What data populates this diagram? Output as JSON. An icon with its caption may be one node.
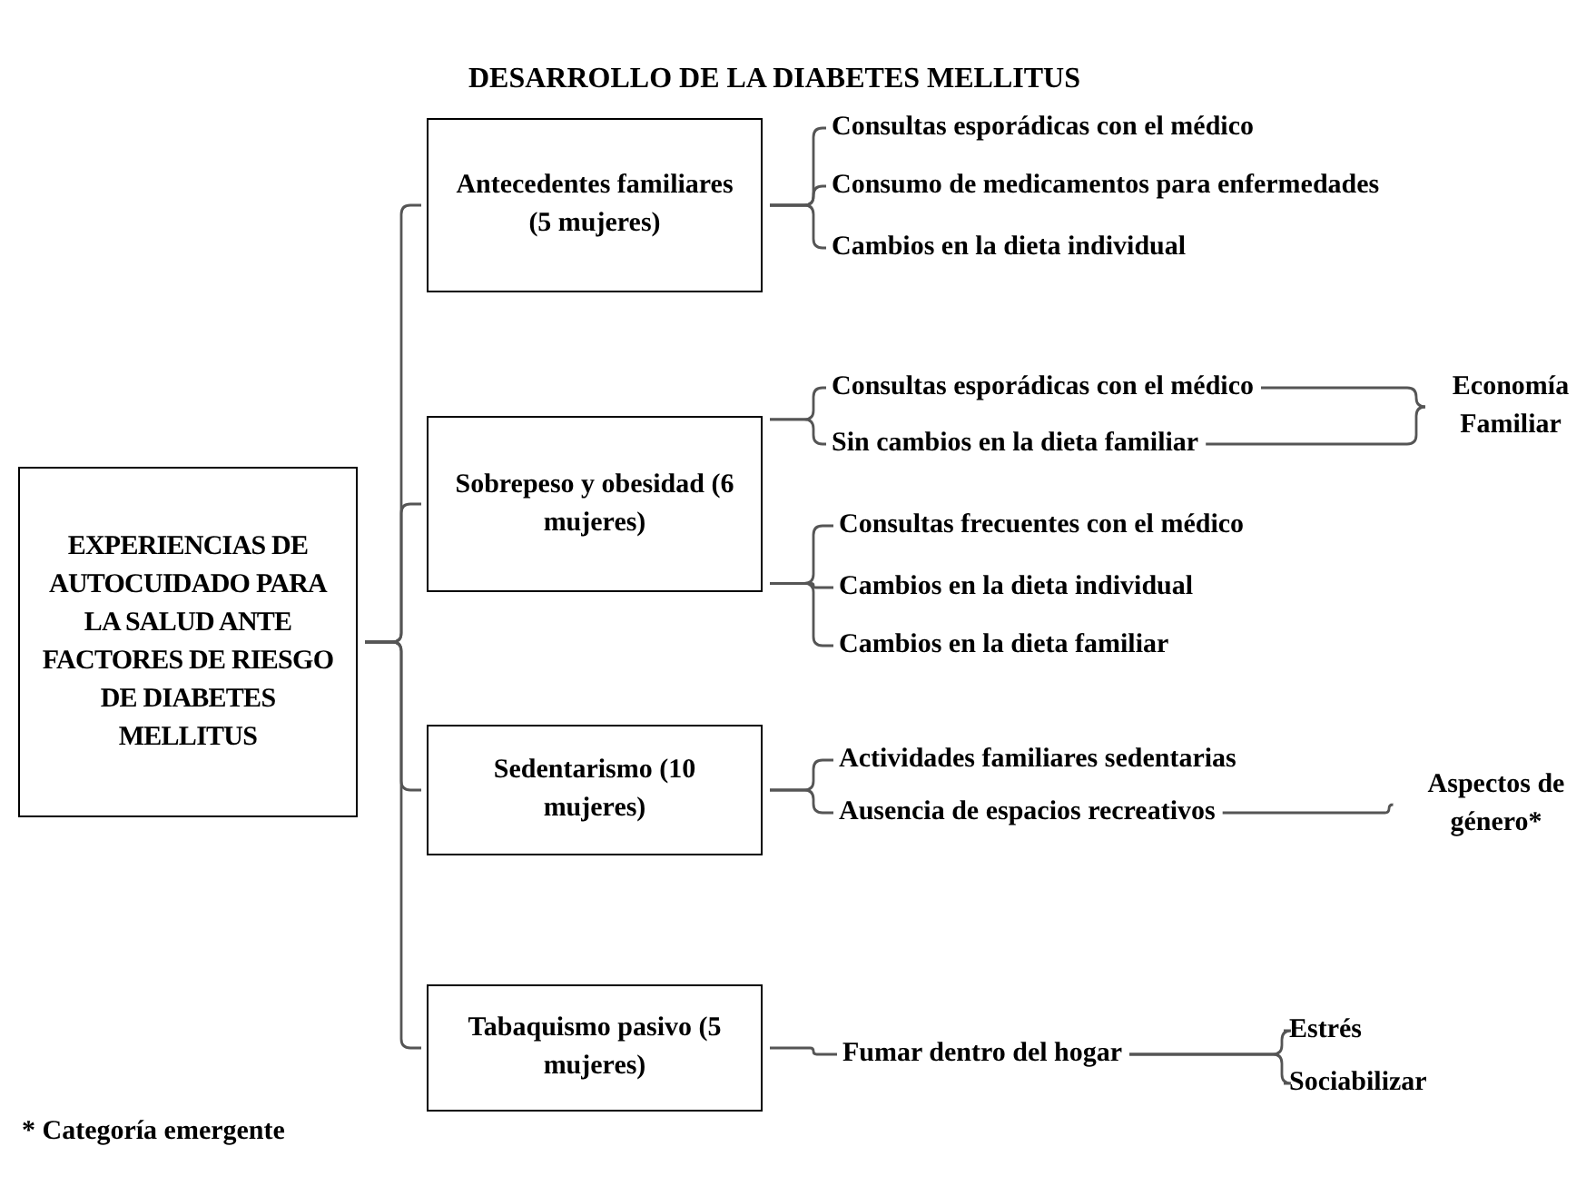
{
  "diagram": {
    "title": "DESARROLLO DE LA DIABETES MELLITUS",
    "nodes": [
      {
        "text": [
          "EXPERIENCIAS DE AUTOCUIDADO PARA LA SALUD ANTE FACTORES DE RIESGO DE DIABETES MELLITUS"
        ]
      },
      {
        "text": [
          "Antecedentes familiares (5 mujeres)"
        ]
      },
      {
        "text": [
          "Consultas esporádicas con el médico"
        ]
      },
      {
        "text": [
          "Consumo de medicamentos para enfermedades"
        ]
      },
      {
        "text": [
          "Cambios en la dieta individual"
        ]
      },
      {
        "text": [
          "Sobrepeso y obesidad (6 mujeres)"
        ]
      },
      {
        "text": [
          "Consultas esporádicas con el médico"
        ]
      },
      {
        "text": [
          "Sin cambios en la dieta familiar"
        ]
      },
      {
        "text": [
          "Economía Familiar"
        ]
      },
      {
        "text": [
          "Consultas frecuentes con el médico"
        ]
      },
      {
        "text": [
          "Cambios en la dieta individual"
        ]
      },
      {
        "text": [
          "Cambios en la dieta familiar"
        ]
      },
      {
        "text": [
          "Sedentarismo (10 mujeres)"
        ]
      },
      {
        "text": [
          "Actividades familiares sedentarias"
        ]
      },
      {
        "text": [
          "Ausencia de espacios recreativos"
        ]
      },
      {
        "text": [
          "Aspectos de género*"
        ]
      },
      {
        "text": [
          "Tabaquismo pasivo (5 mujeres)"
        ]
      },
      {
        "text": [
          "Fumar dentro del hogar"
        ]
      },
      {
        "text": [
          "Estrés"
        ]
      },
      {
        "text": [
          "Sociabilizar"
        ]
      }
    ],
    "edges": [
      {
        "from": 0,
        "to": 1,
        "arrow": "none"
      },
      {
        "from": 0,
        "to": 5,
        "arrow": "none"
      },
      {
        "from": 0,
        "to": 12,
        "arrow": "none"
      },
      {
        "from": 0,
        "to": 16,
        "arrow": "none"
      },
      {
        "from": 1,
        "to": 2,
        "arrow": "none"
      },
      {
        "from": 1,
        "to": 3,
        "arrow": "none"
      },
      {
        "from": 1,
        "to": 4,
        "arrow": "none"
      },
      {
        "from": 5,
        "to": 6,
        "arrow": "none"
      },
      {
        "from": 5,
        "to": 7,
        "arrow": "none"
      },
      {
        "from": 5,
        "to": 9,
        "arrow": "none"
      },
      {
        "from": 5,
        "to": 10,
        "arrow": "none"
      },
      {
        "from": 5,
        "to": 11,
        "arrow": "none"
      },
      {
        "from": 6,
        "to": 8,
        "arrow": "none"
      },
      {
        "from": 7,
        "to": 8,
        "arrow": "none"
      },
      {
        "from": 12,
        "to": 13,
        "arrow": "none"
      },
      {
        "from": 12,
        "to": 14,
        "arrow": "none"
      },
      {
        "from": 14,
        "to": 15,
        "arrow": "none"
      },
      {
        "from": 16,
        "to": 17,
        "arrow": "none"
      },
      {
        "from": 17,
        "to": 18,
        "arrow": "none"
      },
      {
        "from": 17,
        "to": 19,
        "arrow": "none"
      }
    ],
    "labels": [
      "* Categoría emergente"
    ]
  }
}
